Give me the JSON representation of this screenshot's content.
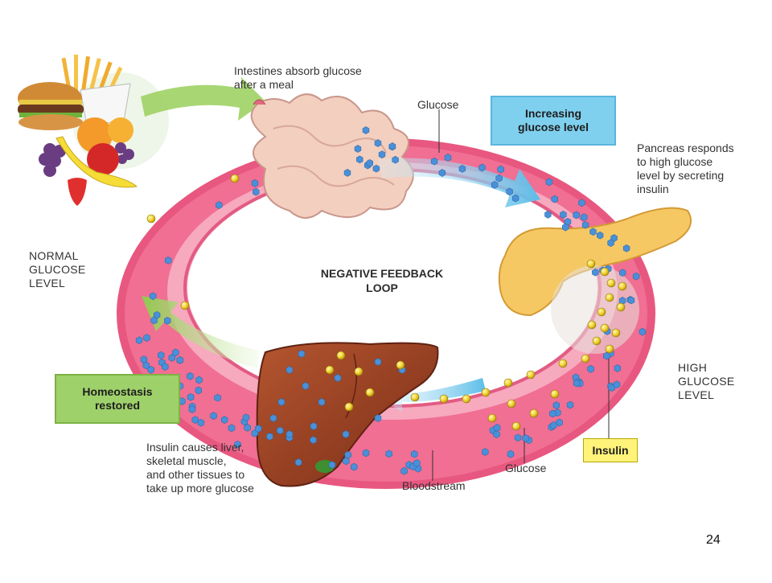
{
  "labels": {
    "intestines": "Intestines absorb glucose\nafter a meal",
    "glucose_top": "Glucose",
    "increasing": "Increasing\nglucose level",
    "pancreas": "Pancreas responds\nto high glucose\nlevel by secreting\ninsulin",
    "normal": "NORMAL\nGLUCOSE\nLEVEL",
    "center": "NEGATIVE FEEDBACK\nLOOP",
    "high": "HIGH\nGLUCOSE\nLEVEL",
    "homeostasis": "Homeostasis\nrestored",
    "insulin_box": "Insulin",
    "liver": "Insulin causes liver,\nskeletal muscle,\nand other tissues to\ntake up more glucose",
    "glucose_bottom": "Glucose",
    "bloodstream": "Bloodstream"
  },
  "page_number": "24",
  "colors": {
    "ring": "#ee5f86",
    "ring_light": "#f7a7bd",
    "glucose": "#4a90d9",
    "insulin": "#f2d230",
    "arrow_blue": "#6fc3ea",
    "arrow_green": "#9bcf5b",
    "liver": "#9c4226",
    "pancreas": "#f5c25e",
    "intestine": "#f2c9b8"
  }
}
